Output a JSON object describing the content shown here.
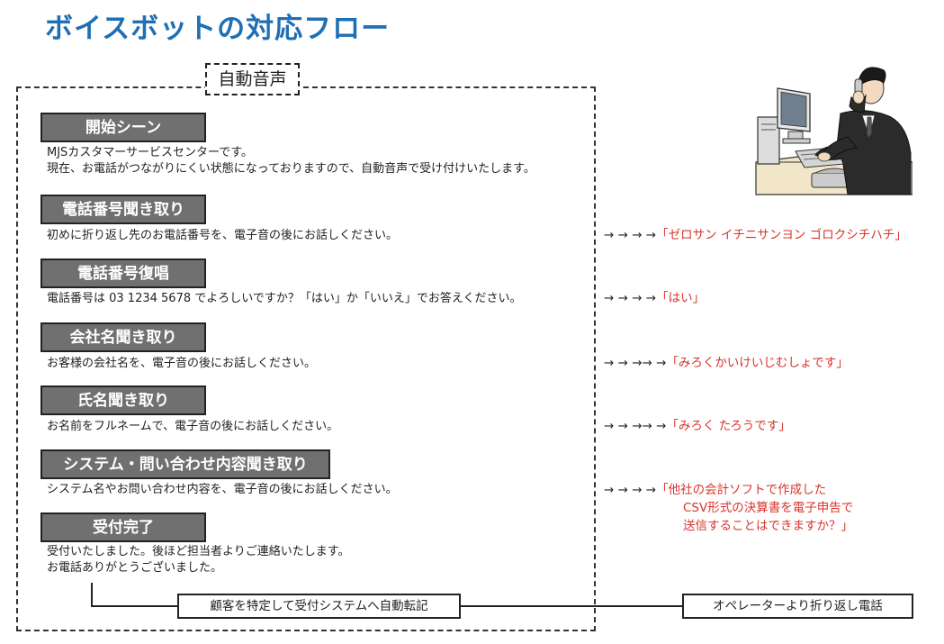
{
  "title": "ボイスボットの対応フロー",
  "auto_voice_label": "自動音声",
  "scenes": [
    {
      "heading": "開始シーン",
      "lines": [
        "MJSカスタマーサービスセンターです。",
        "現在、お電話がつながりにくい状態になっておりますので、自動音声で受け付けいたします。"
      ]
    },
    {
      "heading": "電話番号聞き取り",
      "lines": [
        "初めに折り返し先のお電話番号を、電子音の後にお話しください。"
      ],
      "reply_arrows": "→ → → →",
      "reply": "「ゼロサン イチニサンヨン ゴロクシチハチ」"
    },
    {
      "heading": "電話番号復唱",
      "lines": [
        "電話番号は 03 1234 5678 でよろしいですか？「はい」か「いいえ」でお答えください。"
      ],
      "reply_arrows": "→ → →  →",
      "reply": "「はい」"
    },
    {
      "heading": "会社名聞き取り",
      "lines": [
        "お客様の会社名を、電子音の後にお話しください。"
      ],
      "reply_arrows": "→ → →→ →",
      "reply": "「みろくかいけいじむしょです」"
    },
    {
      "heading": "氏名聞き取り",
      "lines": [
        "お名前をフルネームで、電子音の後にお話しください。"
      ],
      "reply_arrows": "→ → →→ →",
      "reply": "「みろく たろうです」"
    },
    {
      "heading": "システム・問い合わせ内容聞き取り",
      "lines": [
        "システム名やお問い合わせ内容を、電子音の後にお話しください。"
      ],
      "reply_arrows": "→ → →  →",
      "reply_lines": [
        "「他社の会計ソフトで作成した",
        "CSV形式の決算書を電子申告で",
        "送信することはできますか？」"
      ]
    },
    {
      "heading": "受付完了",
      "lines": [
        "受付いたしました。後ほど担当者よりご連絡いたします。",
        "お電話ありがとうございました。"
      ]
    }
  ],
  "auto_transcribe_box": "顧客を特定して受付システムへ自動転記",
  "operator_box": "オペレーターより折り返し電話",
  "illustration_icon": "operator-at-desk-icon",
  "colors": {
    "title": "#1f6fb5",
    "heading_bg": "#707070",
    "reply_text": "#d9342b"
  }
}
